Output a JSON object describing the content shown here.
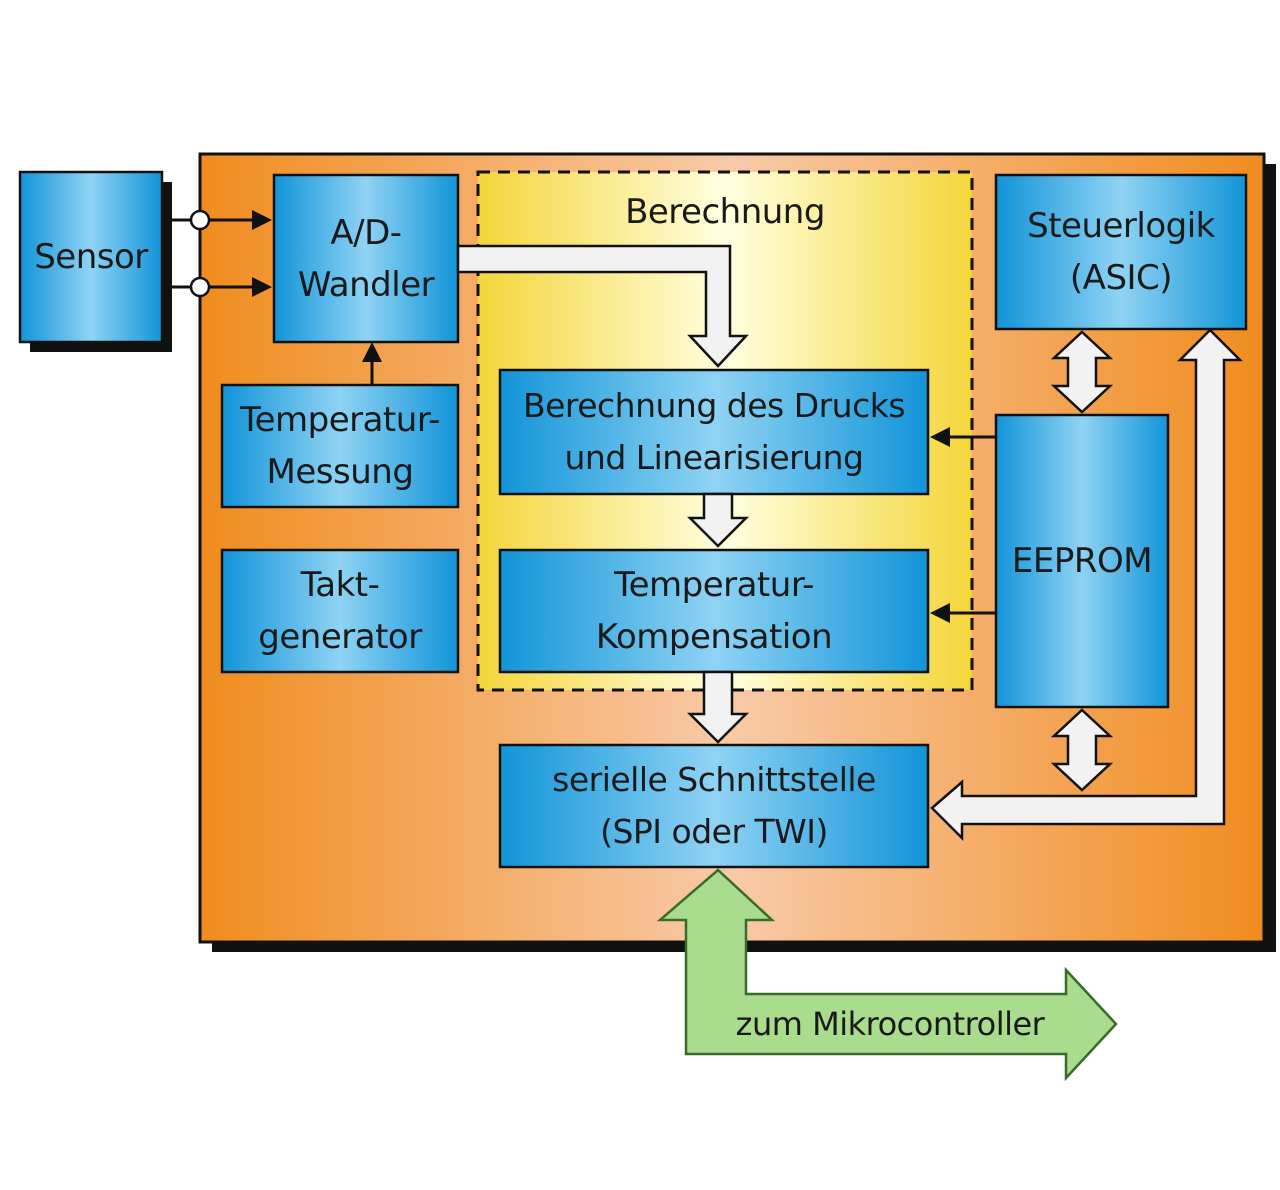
{
  "colors": {
    "block_fill": "#1aa6e6",
    "chip_fill": "#f08c1e",
    "calc_fill": "#fff27a",
    "arrow_white": "#f2f2f2",
    "arrow_green": "#a9dc8d",
    "outline": "#111111"
  },
  "blocks": {
    "sensor": "Sensor",
    "adc": "A/D-\nWandler",
    "temp_measure": "Temperatur-\nMessung",
    "clock": "Takt-\ngenerator",
    "calc_title": "Berechnung",
    "pressure_calc": "Berechnung des Drucks\nund Linearisierung",
    "temp_comp": "Temperatur-\nKompensation",
    "control_logic": "Steuerlogik\n(ASIC)",
    "eeprom": "EEPROM",
    "serial": "serielle Schnittstelle\n(SPI oder TWI)"
  },
  "arrows": {
    "to_mcu": "zum Mikrocontroller"
  }
}
